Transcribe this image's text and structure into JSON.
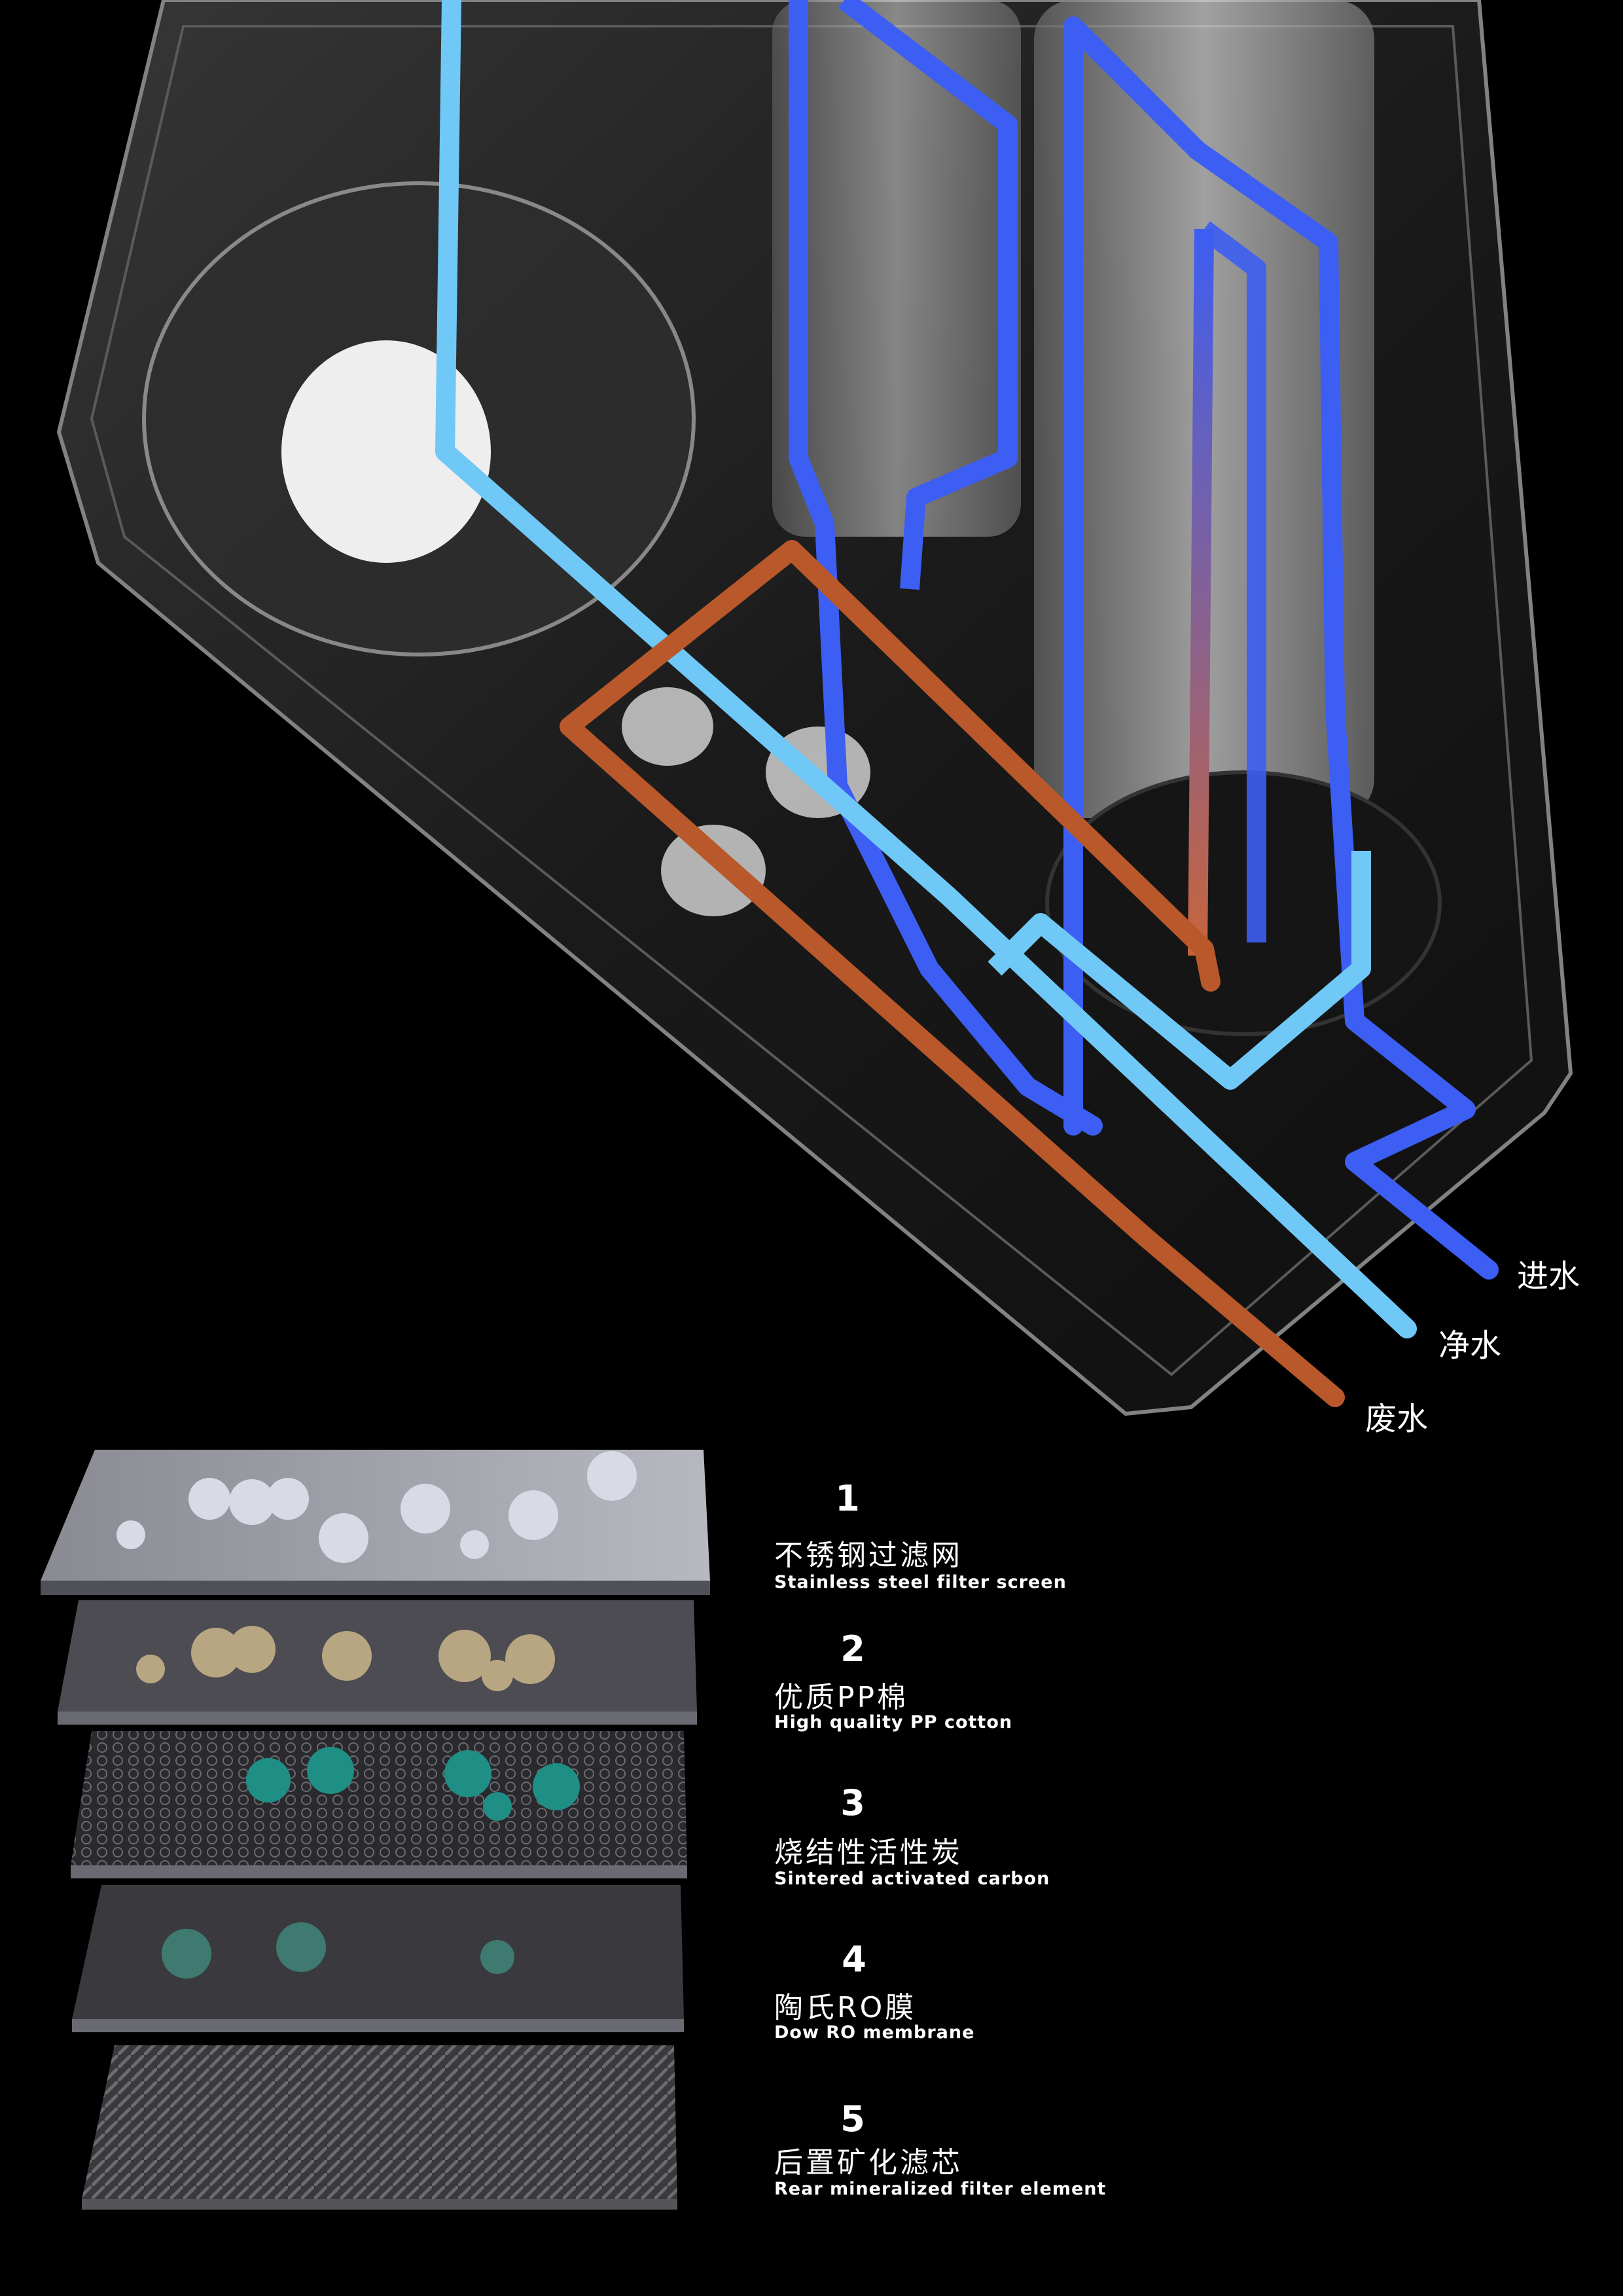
{
  "flow_labels": {
    "inlet": "进水",
    "pure": "净水",
    "waste": "废水"
  },
  "colors": {
    "inlet": "#3d5ef2",
    "pure": "#6fc8f6",
    "waste": "#b9582a",
    "background": "#000000"
  },
  "layers": [
    {
      "number": "1",
      "name_cn": "不锈钢过滤网",
      "name_en": "Stainless steel filter screen"
    },
    {
      "number": "2",
      "name_cn": "优质PP棉",
      "name_en": "High quality PP cotton"
    },
    {
      "number": "3",
      "name_cn": "烧结性活性炭",
      "name_en": "Sintered activated carbon"
    },
    {
      "number": "4",
      "name_cn": "陶氏RO膜",
      "name_en": "Dow RO membrane"
    },
    {
      "number": "5",
      "name_cn": "后置矿化滤芯",
      "name_en": "Rear mineralized filter element"
    }
  ]
}
